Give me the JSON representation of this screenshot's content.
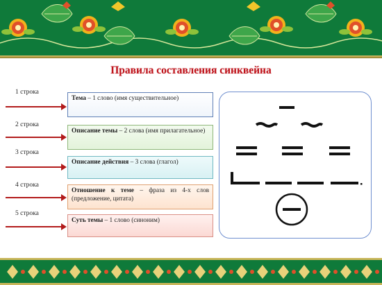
{
  "title": "Правила составления синквейна",
  "rows": [
    {
      "label": "1 строка",
      "term": "Тема",
      "desc": " – 1 слово (имя существительное)"
    },
    {
      "label": "2 строка",
      "term": "Описание темы",
      "desc": " – 2 слова (имя прилагательное)"
    },
    {
      "label": "3 строка",
      "term": "Описание действия",
      "desc": " – 3 слова (глагол)"
    },
    {
      "label": "4 строка",
      "term": "Отношение к теме",
      "desc": " – фраза из 4-х слов (предложение, цитата)"
    },
    {
      "label": "5 строка",
      "term": "Суть темы",
      "desc": " – 1 слово (синоним)"
    }
  ],
  "colors": {
    "title": "#c0141c",
    "band_green": "#0f7a3a",
    "arrow": "#b21a1a",
    "scheme_border": "#6f8fcf"
  }
}
